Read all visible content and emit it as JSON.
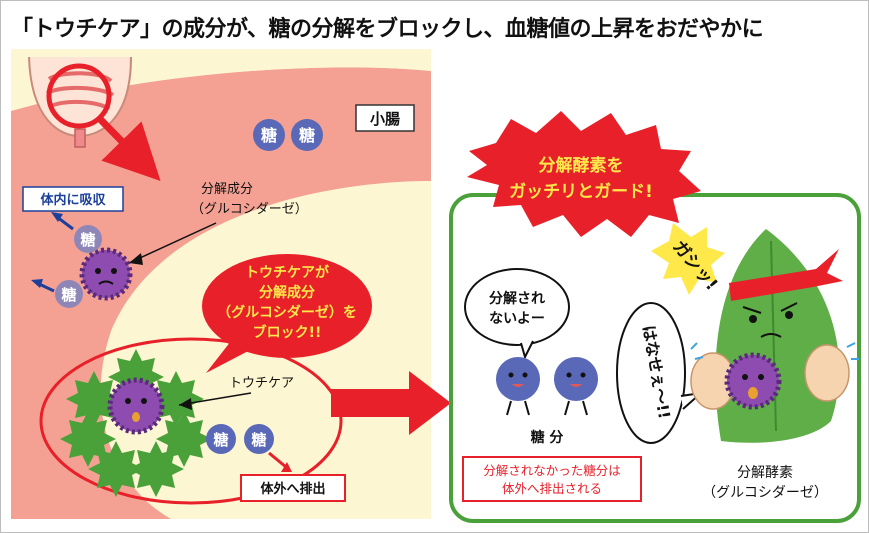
{
  "title": "「トウチケア」の成分が、糖の分解をブロックし、血糖値の上昇をおだやかに",
  "left_panel": {
    "intestine_label": "小腸",
    "sugar_char": "糖",
    "absorb_label": "体内に吸収",
    "enzyme_label_1": "分解成分",
    "enzyme_label_2": "（グルコシダーゼ）",
    "block_callout": [
      "トウチケアが",
      "分解成分",
      "（グルコシダーゼ）を",
      "ブロック!!"
    ],
    "touchicare_label": "トウチケア",
    "excrete_label": "体外へ排出"
  },
  "right_panel": {
    "guard_burst": [
      "分解酵素を",
      "ガッチリとガード!"
    ],
    "speech_sugar": [
      "分解され",
      "ないよー"
    ],
    "gashi_text": "ガシッ!",
    "speech_enzyme": "はなせぇ〜!!",
    "sugar_label": "糖 分",
    "note": [
      "分解されなかった糖分は",
      "体外へ排出される"
    ],
    "enzyme_name_1": "分解酵素",
    "enzyme_name_2": "（グルコシダーゼ）"
  },
  "colors": {
    "intestine_wall": "#f4a194",
    "intestine_bg": "#fdf6d2",
    "accent_red": "#e8202a",
    "guard_green": "#4aa13a",
    "sugar_blue": "#5a68b8",
    "enzyme_purple": "#8e4bb0",
    "leaf_green": "#5fae47",
    "title_text": "#111111"
  }
}
